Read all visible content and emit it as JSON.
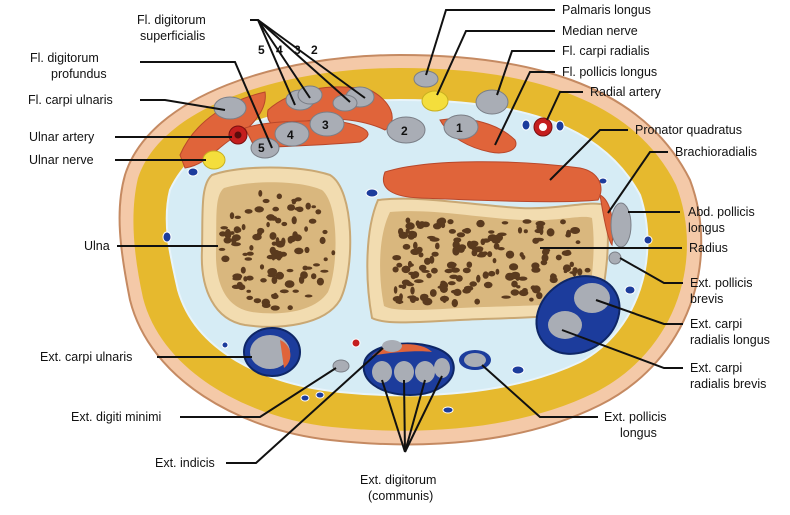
{
  "labels": {
    "fdsuperficialis_1": "Fl. digitorum",
    "fdsuperficialis_2": "superficialis",
    "fdprofundus_1": "Fl. digitorum",
    "fdprofundus_2": "profundus",
    "fcarpiulnaris": "Fl. carpi ulnaris",
    "ulnarartery": "Ulnar artery",
    "ulnarnerve": "Ulnar nerve",
    "ulna": "Ulna",
    "extcarpiulnaris": "Ext. carpi ulnaris",
    "extdigitiminimi": "Ext. digiti minimi",
    "extindicis": "Ext. indicis",
    "extdigitorum_1": "Ext. digitorum",
    "extdigitorum_2": "(communis)",
    "palmarislongus": "Palmaris longus",
    "mediannerve": "Median nerve",
    "fcarpiradialis": "Fl. carpi radialis",
    "fpollicislongus": "Fl. pollicis longus",
    "radialartery": "Radial artery",
    "pronatorquadratus": "Pronator quadratus",
    "brachioradialis": "Brachioradialis",
    "abdpollicis_1": "Abd. pollicis",
    "abdpollicis_2": "longus",
    "radius": "Radius",
    "extpollicisbrevis_1": "Ext. pollicis",
    "extpollicisbrevis_2": "brevis",
    "extcarpiradlongus_1": "Ext. carpi",
    "extcarpiradlongus_2": "radialis longus",
    "extcarpiradbrevis_1": "Ext. carpi",
    "extcarpiradbrevis_2": "radialis brevis",
    "extpollicislongus_1": "Ext. pollicis",
    "extpollicislongus_2": "longus"
  },
  "numbers": {
    "top5": "5",
    "top4": "4",
    "top3": "3",
    "top2": "2",
    "t1": "1",
    "t2": "2",
    "t3": "3",
    "t4": "4",
    "t5": "5"
  },
  "colors": {
    "skin": "#f4c9a8",
    "skin_edge": "#c58a62",
    "fat": "#e6b92e",
    "fascia": "#d6ecf5",
    "bone_outer": "#f2dcb0",
    "bone_inner": "#d9b77e",
    "bone_hole": "#5a3a1e",
    "muscle": "#e0643a",
    "tendon": "#a9adb5",
    "nerve": "#f4de3c",
    "artery": "#c41e1e",
    "vein": "#1c3c9c"
  }
}
